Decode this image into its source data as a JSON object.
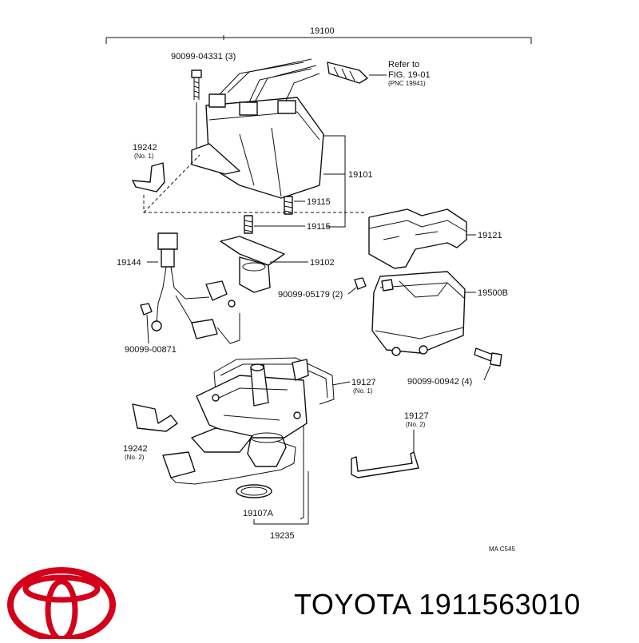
{
  "labels": {
    "assembly": "19100",
    "bolt_top": "90099-04331 (3)",
    "refer_1": "Refer to",
    "refer_2": "FIG. 19-01",
    "refer_3": "(PNC 19941)",
    "clamp_no1": "19242",
    "clamp_no1_sub": "(No. 1)",
    "cap": "19101",
    "spring_a": "19115",
    "spring_b": "19115",
    "cover": "19121",
    "harness": "19144",
    "rotor": "19102",
    "screw_mid": "90099-05179 (2)",
    "housing": "19500B",
    "screw_left": "90099-00871",
    "screw_right": "90099-00942 (4)",
    "clamp_mid": "19127",
    "clamp_mid_sub": "(No. 1)",
    "clamp_right": "19127",
    "clamp_right_sub": "(No. 2)",
    "clamp_no2": "19242",
    "clamp_no2_sub": "(No. 2)",
    "oring": "19107A",
    "distributor": "19235",
    "diagram_code": "MA  C545"
  },
  "brand": {
    "name": "TOYOTA",
    "part_number": "1911563010",
    "logo_color": "#d4001a"
  }
}
